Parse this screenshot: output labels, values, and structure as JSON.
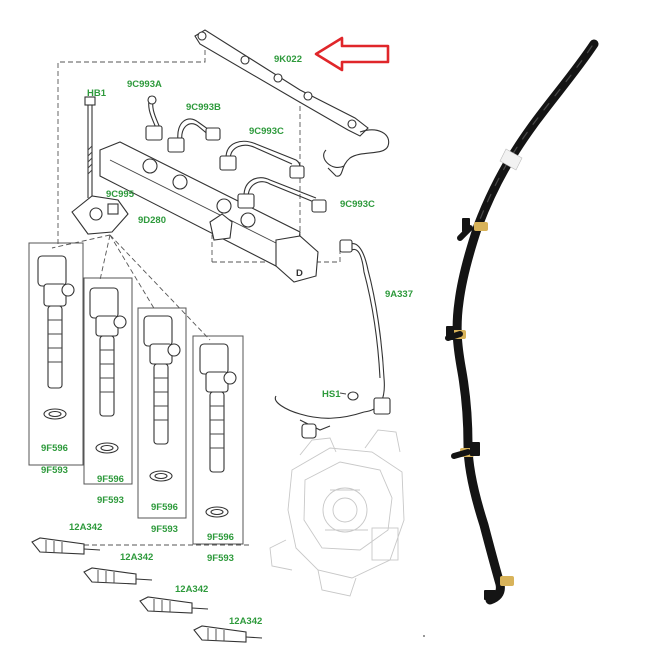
{
  "colors": {
    "label": "#2e9a3c",
    "arrow": "#e0262a",
    "line": "#333333",
    "hose": "#141414",
    "clip": "#d8b35a",
    "tag": "#f2f2f2"
  },
  "labels": {
    "fuel_rail_bracket": "9K022",
    "hb1": "HB1",
    "pipe_a": "9C993A",
    "pipe_b": "9C993B",
    "pipe_c_upper": "9C993C",
    "pipe_c_lower": "9C993C",
    "bracket": "9C995",
    "fuel_rail": "9D280",
    "return_line": "9A337",
    "hs1": "HS1",
    "inj1_seal": "9F596",
    "inj1_injector": "9F593",
    "inj2_seal": "9F596",
    "inj2_injector": "9F593",
    "inj3_seal": "9F596",
    "inj3_injector": "9F593",
    "inj4_seal": "9F596",
    "inj4_injector": "9F593",
    "glow1": "12A342",
    "glow2": "12A342",
    "glow3": "12A342",
    "glow4": "12A342"
  },
  "icons": {
    "highlight_arrow": "left-arrow-icon",
    "product_photo": "fuel-return-hose-photo"
  }
}
